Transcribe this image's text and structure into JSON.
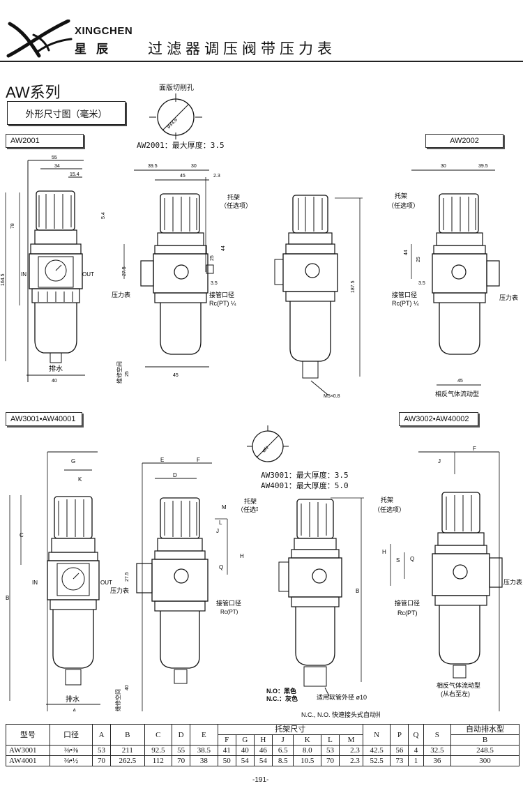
{
  "header": {
    "brand_en": "XINGCHEN",
    "brand_cn": "星辰",
    "title": "过滤器调压阀带压力表"
  },
  "series_title": "AW系列",
  "section_label": "外形尺寸图（毫米）",
  "panel_cutout": {
    "label": "面版切削孔",
    "dim": "ø33.6",
    "note": "AW2001：最大厚度：3.5"
  },
  "tags": {
    "aw2001": "AW2001",
    "aw2002": "AW2002",
    "aw3001": "AW3001•AW40001",
    "aw3002": "AW3002•AW40002"
  },
  "drawing1": {
    "dims": [
      "55",
      "34",
      "15.4",
      "5.4",
      "78",
      "164.5"
    ],
    "in": "IN",
    "out": "OUT",
    "drain": "排水",
    "drain_dim": "40"
  },
  "drawing2": {
    "dims": [
      "39.5",
      "30",
      "45",
      "2.3",
      "44",
      "25",
      "27.5",
      "3.5",
      "45"
    ],
    "bracket": "托架",
    "bracket_opt": "（任选项）",
    "gauge": "压力表",
    "port": "接管口径",
    "port_spec": "Rc(PT) ¼",
    "clearance": "维修空间",
    "clearance_dim": "25"
  },
  "drawing3": {
    "dims": [
      "187.5"
    ],
    "thread": "M5×0.8"
  },
  "drawing4": {
    "dims": [
      "30",
      "39.5",
      "44",
      "25",
      "3.5",
      "45"
    ],
    "bracket": "托架",
    "bracket_opt": "（任选项）",
    "gauge": "压力表",
    "port": "接管口径",
    "port_spec": "Rc(PT) ¼",
    "reverse": "相反气体流动型"
  },
  "mid_note": {
    "dim": "øN",
    "line1": "AW3001：最大厚度：3.5",
    "line2": "AW4001：最大厚度：5.0"
  },
  "drawing5": {
    "letters": [
      "G",
      "K",
      "C",
      "B",
      "A"
    ],
    "in": "IN",
    "out": "OUT",
    "drain": "排水"
  },
  "drawing6": {
    "letters": [
      "E",
      "F",
      "D",
      "M",
      "H",
      "Q",
      "J",
      "L"
    ],
    "dim": "27.5",
    "bracket": "托架",
    "bracket_opt": "（任选项）",
    "gauge": "压力表",
    "port": "接管口径",
    "port_spec": "Rc(PT)",
    "clearance": "维修空间",
    "clearance_dim": "40"
  },
  "drawing7": {
    "letters": [
      "B"
    ],
    "nc_black": "N.O：黑色",
    "nc_gray": "N.C.：灰色",
    "tube": "适用软管外径 ø10",
    "caption": "N.C., N.O. 快速接头式自动排水型"
  },
  "drawing8": {
    "letters": [
      "J",
      "F",
      "H",
      "S",
      "Q"
    ],
    "bracket": "托架",
    "bracket_opt": "（任选项）",
    "gauge": "压力表",
    "port": "接管口径",
    "port_spec": "Rc(PT)",
    "reverse": "相反气体流动型",
    "reverse_sub": "(从右至左)"
  },
  "table": {
    "h_model": "型号",
    "h_port": "口径",
    "h_cols_a": [
      "A",
      "B",
      "C",
      "D",
      "E"
    ],
    "h_bracket": "托架尺寸",
    "h_bracket_cols": [
      "F",
      "G",
      "H",
      "J",
      "K",
      "L",
      "M"
    ],
    "h_cols_b": [
      "N",
      "P",
      "Q",
      "S"
    ],
    "h_auto": "自动排水型",
    "h_auto_col": "B",
    "rows": [
      {
        "model": "AW3001",
        "port": "⅜•⅜",
        "A": "53",
        "B": "211",
        "C": "92.5",
        "D": "55",
        "E": "38.5",
        "F": "41",
        "G": "40",
        "H": "46",
        "J": "6.5",
        "K": "8.0",
        "L": "53",
        "M": "2.3",
        "N": "42.5",
        "P": "56",
        "Q": "4",
        "S": "32.5",
        "AB": "248.5"
      },
      {
        "model": "AW4001",
        "port": "⅜•½",
        "A": "70",
        "B": "262.5",
        "C": "112",
        "D": "70",
        "E": "38",
        "F": "50",
        "G": "54",
        "H": "54",
        "J": "8.5",
        "K": "10.5",
        "L": "70",
        "M": "2.3",
        "N": "52.5",
        "P": "73",
        "Q": "1",
        "S": "36",
        "AB": "300"
      }
    ]
  },
  "page_number": "-191-"
}
